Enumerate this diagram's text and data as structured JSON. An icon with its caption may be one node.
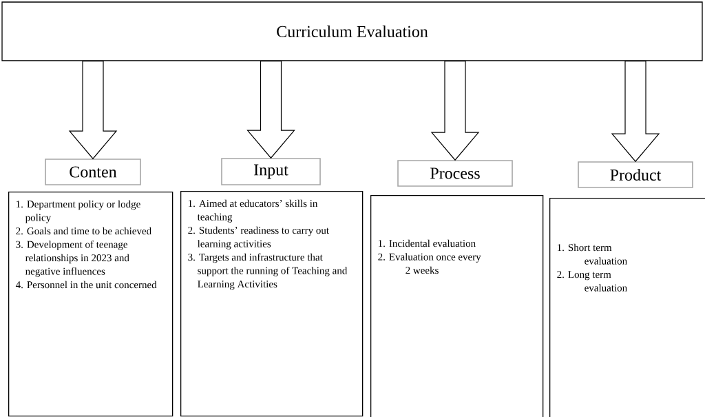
{
  "diagram": {
    "nodes": [
      {
        "text": [
          "Curriculum Evaluation"
        ]
      },
      {
        "text": [
          "Conten"
        ]
      },
      {
        "text": [
          "1. Department policy or lodge policy",
          "2. Goals and time to be achieved",
          "3. Development of teenage relationships in 2023 and negative influences",
          "4. Personnel in the unit concerned"
        ]
      },
      {
        "text": [
          "Input"
        ]
      },
      {
        "text": [
          "1. Aimed at educators’ skills in teaching",
          "2. Students’ readiness to carry out learning activities",
          "3. Targets and infrastructure that support the running of Teaching and Learning Activities"
        ]
      },
      {
        "text": [
          "Process"
        ]
      },
      {
        "text": [
          "1. Incidental evaluation",
          "2. Evaluation once every 2 weeks"
        ]
      },
      {
        "text": [
          "Product"
        ]
      },
      {
        "text": [
          "1. Short term evaluation",
          "2. Long term evaluation"
        ]
      }
    ],
    "edges": [
      {
        "from": 0,
        "to": 1,
        "arrow": "to"
      },
      {
        "from": 0,
        "to": 3,
        "arrow": "to"
      },
      {
        "from": 0,
        "to": 5,
        "arrow": "to"
      },
      {
        "from": 0,
        "to": 7,
        "arrow": "to"
      }
    ]
  }
}
